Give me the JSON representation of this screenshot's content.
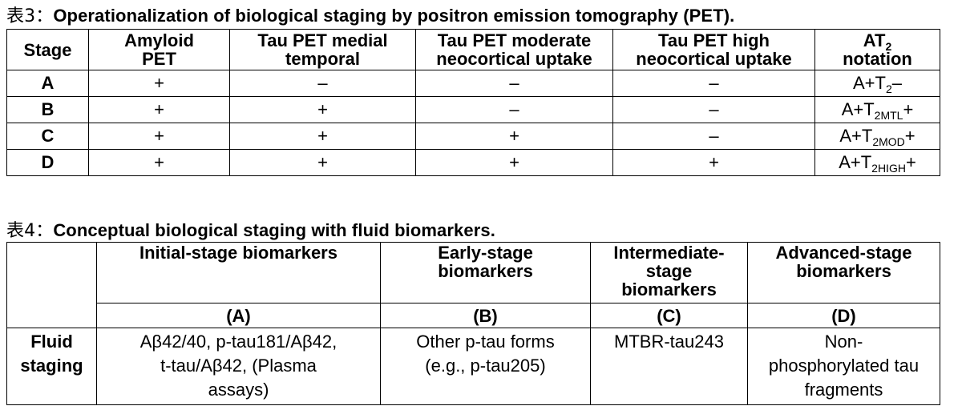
{
  "table3": {
    "caption_prefix": "表3：",
    "caption": "Operationalization of biological staging by positron emission tomography (PET).",
    "headers": {
      "stage": "Stage",
      "amyloid_1": "Amyloid",
      "amyloid_2": "PET",
      "medial_1": "Tau PET medial",
      "medial_2": "temporal",
      "moderate_1": "Tau PET moderate",
      "moderate_2": "neocortical uptake",
      "high_1": "Tau PET high",
      "high_2": "neocortical uptake",
      "at_1": "AT",
      "at_sub": "2",
      "at_2": "notation"
    },
    "rows": [
      {
        "stage": "A",
        "amyloid": "+",
        "medial": "–",
        "moderate": "–",
        "high": "–",
        "at_a": "A+T",
        "at_sub": "2",
        "at_b": "–"
      },
      {
        "stage": "B",
        "amyloid": "+",
        "medial": "+",
        "moderate": "–",
        "high": "–",
        "at_a": "A+T",
        "at_sub": "2MTL",
        "at_b": "+"
      },
      {
        "stage": "C",
        "amyloid": "+",
        "medial": "+",
        "moderate": "+",
        "high": "–",
        "at_a": "A+T",
        "at_sub": "2MOD",
        "at_b": "+"
      },
      {
        "stage": "D",
        "amyloid": "+",
        "medial": "+",
        "moderate": "+",
        "high": "+",
        "at_a": "A+T",
        "at_sub": "2HIGH",
        "at_b": "+"
      }
    ]
  },
  "table4": {
    "caption_prefix": "表4：",
    "caption": "Conceptual biological staging with fluid biomarkers.",
    "headers": {
      "initial": "Initial-stage biomarkers",
      "early_1": "Early-stage",
      "early_2": "biomarkers",
      "inter_1": "Intermediate-",
      "inter_2": "stage",
      "inter_3": "biomarkers",
      "adv_1": "Advanced-stage",
      "adv_2": "biomarkers"
    },
    "codes": [
      "(A)",
      "(B)",
      "(C)",
      "(D)"
    ],
    "row_label_1": "Fluid",
    "row_label_2": "staging",
    "cells": {
      "a_1": "Aβ42/40, p-tau181/Aβ42,",
      "a_2": "t-tau/Aβ42, (Plasma",
      "a_3": "assays)",
      "b_1": "Other p-tau forms",
      "b_2": "(e.g., p-tau205)",
      "c_1": "MTBR-tau243",
      "d_1": "Non-",
      "d_2": "phosphorylated tau",
      "d_3": "fragments"
    }
  }
}
